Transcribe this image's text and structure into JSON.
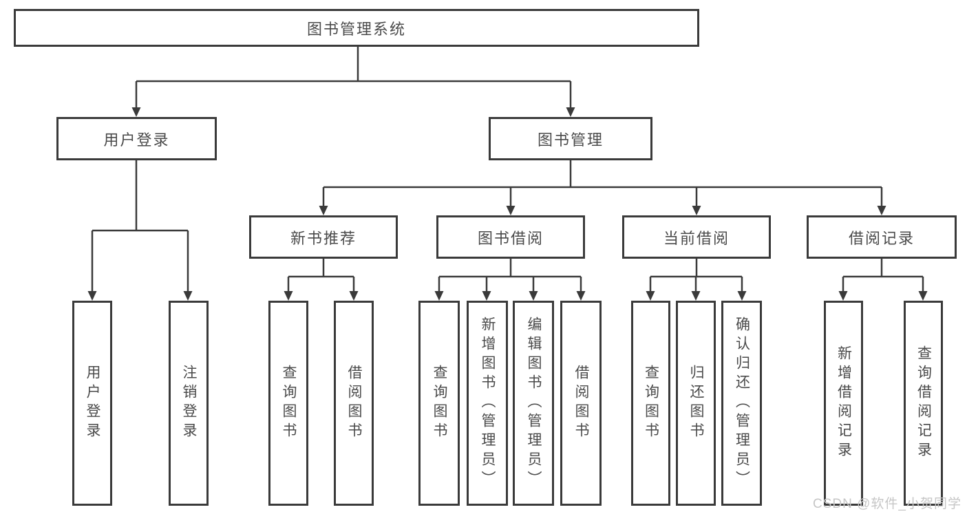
{
  "diagram": {
    "title_node": "图书管理系统",
    "level2": {
      "user_login": "用户登录",
      "book_management": "图书管理"
    },
    "level3": {
      "new_book_recommend": "新书推荐",
      "book_borrow": "图书借阅",
      "current_borrow": "当前借阅",
      "borrow_records": "借阅记录"
    },
    "user_login_children": [
      "用户登录",
      "注销登录"
    ],
    "new_book_children": [
      "查询图书",
      "借阅图书"
    ],
    "book_borrow_children": [
      "查询图书",
      "新增图书（管理员）",
      "编辑图书（管理员）",
      "借阅图书"
    ],
    "current_borrow_children": [
      "查询图书",
      "归还图书",
      "确认归还（管理员）"
    ],
    "borrow_records_children": [
      "新增借阅记录",
      "查询借阅记录"
    ],
    "colors": {
      "line": "#3a3a3a",
      "text": "#4a4a4a",
      "background": "#ffffff",
      "watermark": "#c6c6c6"
    },
    "watermark": "CSDN @软件_小贺同学"
  }
}
